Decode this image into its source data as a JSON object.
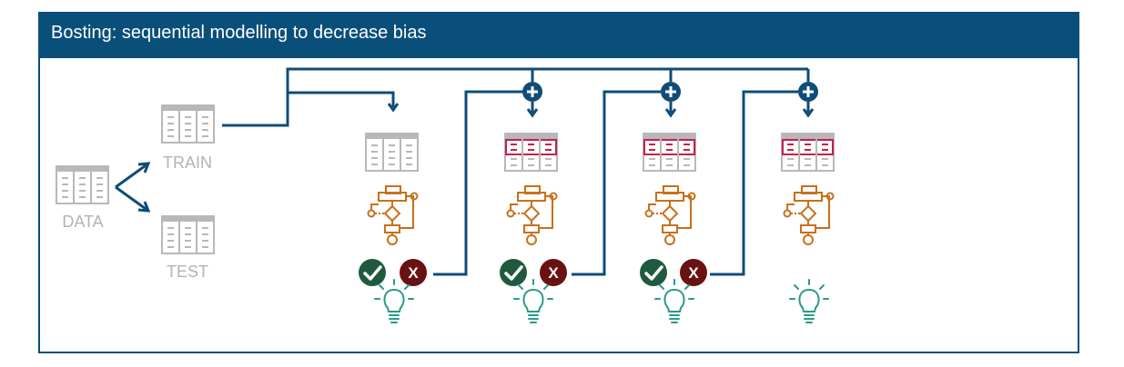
{
  "title": "Bosting: sequential modelling to decrease bias",
  "labels": {
    "data": "DATA",
    "train": "TRAIN",
    "test": "TEST"
  },
  "marks": {
    "wrong": "X"
  },
  "colors": {
    "frame": "#0a4f7a",
    "connector": "#0f4c78",
    "table_gray": "#b8b8b8",
    "table_highlight": "#c5204a",
    "model_orange": "#c8701a",
    "check_green": "#1f5a3e",
    "cross_maroon": "#6a1212",
    "bulb_teal": "#2a9a8a"
  },
  "icons": [
    "table-icon",
    "flowchart-model-icon",
    "check-icon",
    "cross-icon",
    "lightbulb-icon",
    "plus-icon"
  ]
}
